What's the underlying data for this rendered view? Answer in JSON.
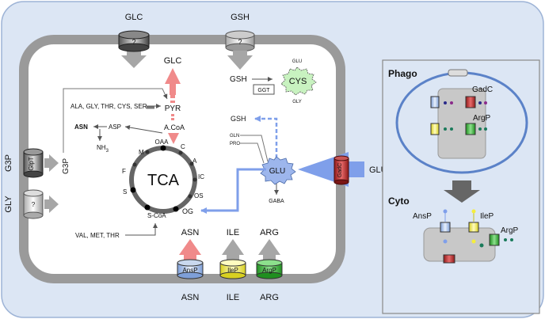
{
  "colors": {
    "outer_bg": "#dce6f4",
    "outer_border": "#9db3d6",
    "membrane": "#9a9a9a",
    "cell_fill": "#ffffff",
    "red_arrow": "#f08a8a",
    "blue_arrow": "#7f9fea",
    "grey_arrow": "#a6a6a6",
    "cys_fill": "#c8f2c0",
    "glu_fill": "#9db6ec",
    "yellow_transporter": "#f5ee3a",
    "green_transporter": "#2fb52f",
    "red_transporter": "#c42a2a",
    "blue_transporter": "#9fbbe9",
    "phago_fill": "#c9d8ee"
  },
  "labels": {
    "glc_top": "GLC",
    "gsh_top": "GSH",
    "transporter_unknown": "?",
    "glc": "GLC",
    "pyr": "PYR",
    "acoa": "A.CoA",
    "oaa": "OAA",
    "tca": "TCA",
    "c": "C",
    "a": "A",
    "ic": "IC",
    "os": "OS",
    "og": "OG",
    "scoa": "S-CoA",
    "s": "S",
    "f": "F",
    "m": "M",
    "aa_pyr": "ALA, GLY, THR, CYS, SER",
    "asn": "ASN",
    "asp": "ASP",
    "nh3": "NH",
    "nh3_sub": "3",
    "val": "VAL, MET, THR",
    "gsh_in": "GSH",
    "ggt": "GGT",
    "glu_small": "GLU",
    "gly_small": "GLY",
    "cys": "CYS",
    "gsh_mid": "GSH",
    "gln": "GLN",
    "pro": "PRO",
    "glu": "GLU",
    "gaba": "GABA",
    "gadc_rot": "GadC",
    "glu_ext": "GLU",
    "g3p_ext": "G3P",
    "glpt": "GlpT",
    "g3p_in": "G3P",
    "gly_ext": "GLY",
    "asn_top": "ASN",
    "ile_top": "ILE",
    "arg_top": "ARG",
    "ansp": "AnsP",
    "ilep": "IleP",
    "argp": "ArgP",
    "asn_bottom": "ASN",
    "ile_bottom": "ILE",
    "arg_bottom": "ARG"
  },
  "inset": {
    "phago_title": "Phago",
    "gadc": "GadC",
    "argp": "ArgP",
    "cyto_title": "Cyto",
    "ansp": "AnsP",
    "ilep": "IleP",
    "argp_cyto": "ArgP"
  }
}
